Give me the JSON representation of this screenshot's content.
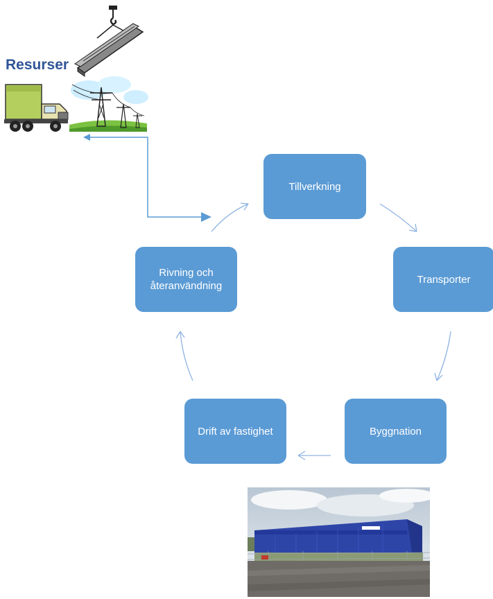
{
  "resources": {
    "label": "Resurser",
    "icons": [
      "steel-beam-crane-icon",
      "truck-icon",
      "power-lines-icon"
    ]
  },
  "cycle": {
    "nodes": [
      {
        "id": "tillverkning",
        "label": "Tillverkning"
      },
      {
        "id": "transporter",
        "label": "Transporter"
      },
      {
        "id": "byggnation",
        "label": "Byggnation"
      },
      {
        "id": "drift",
        "label": "Drift av fastighet"
      },
      {
        "id": "rivning",
        "label": "Rivning och återanvändning"
      }
    ]
  },
  "photo": {
    "subject": "blue-industrial-building-photo"
  },
  "colors": {
    "node_fill": "#5b9bd5",
    "node_text": "#ffffff",
    "arrow": "#8db3e2",
    "connector": "#5b9bd5",
    "label": "#2f5597"
  }
}
